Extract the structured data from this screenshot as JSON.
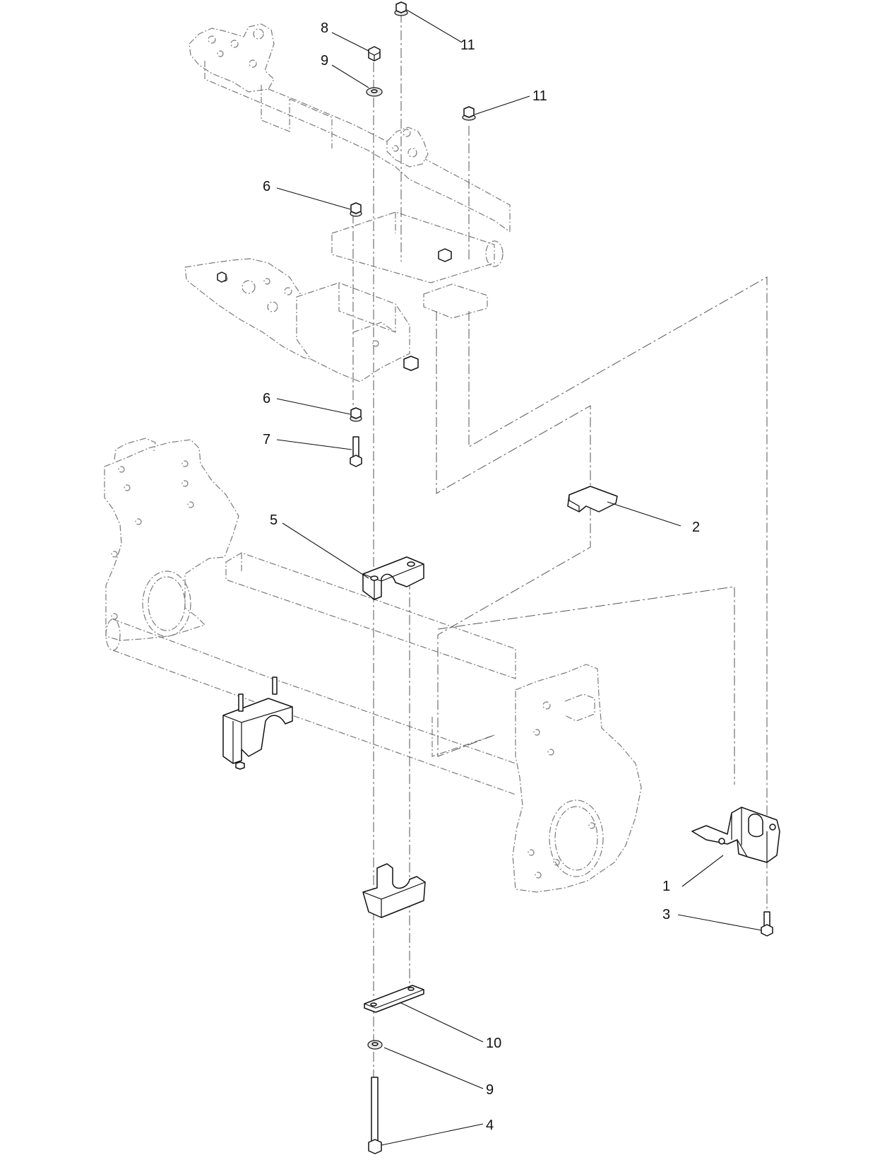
{
  "callouts": [
    {
      "id": "c1",
      "label": "1"
    },
    {
      "id": "c2",
      "label": "2"
    },
    {
      "id": "c3",
      "label": "3"
    },
    {
      "id": "c4",
      "label": "4"
    },
    {
      "id": "c5",
      "label": "5"
    },
    {
      "id": "c6a",
      "label": "6"
    },
    {
      "id": "c6b",
      "label": "6"
    },
    {
      "id": "c7",
      "label": "7"
    },
    {
      "id": "c8",
      "label": "8"
    },
    {
      "id": "c9a",
      "label": "9"
    },
    {
      "id": "c9b",
      "label": "9"
    },
    {
      "id": "c10",
      "label": "10"
    },
    {
      "id": "c11a",
      "label": "11"
    },
    {
      "id": "c11b",
      "label": "11"
    }
  ]
}
